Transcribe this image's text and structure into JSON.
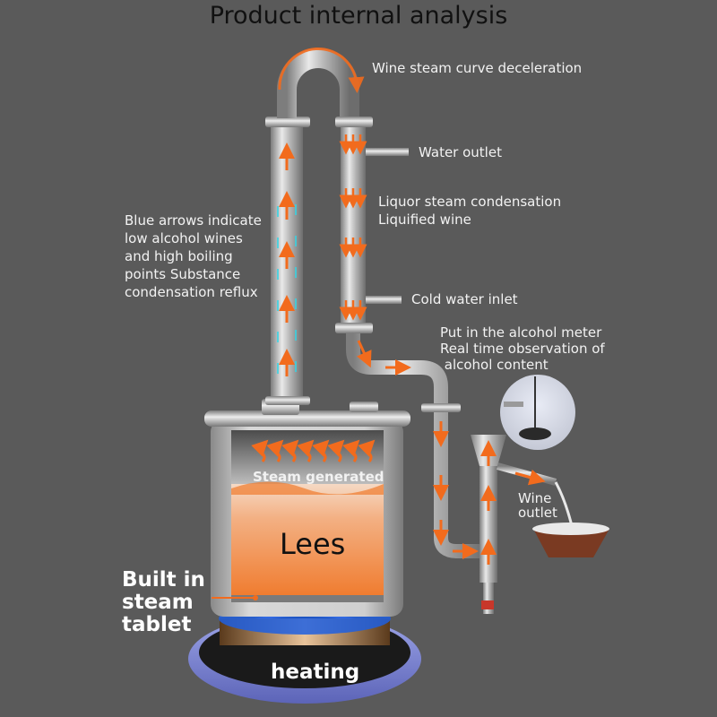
{
  "title": "Product internal analysis",
  "labels": {
    "curve": "Wine steam curve deceleration",
    "water_outlet": "Water outlet",
    "condensation_line1": "Liquor steam condensation",
    "condensation_line2": "Liquified wine",
    "blue_arrows_lines": [
      "Blue arrows indicate",
      "low alcohol wines",
      "and high boiling",
      "points  Substance",
      "condensation reflux"
    ],
    "cold_water_inlet": "Cold water inlet",
    "meter_lines": [
      "Put in the alcohol meter",
      "Real time observation of",
      " alcohol content"
    ],
    "steam_generated": "Steam generated",
    "lees": "Lees",
    "wine_outlet_lines": [
      "Wine",
      "outlet"
    ],
    "steam_tablet_lines": [
      "Built in",
      "steam",
      "tablet"
    ],
    "heating": "heating"
  },
  "colors": {
    "background": "#5a5a5a",
    "steam_arrow": "#f26b1d",
    "reflux_arrow": "#2fd6e8",
    "steel": "#c9c9c9",
    "flame": "#1e6fff"
  }
}
